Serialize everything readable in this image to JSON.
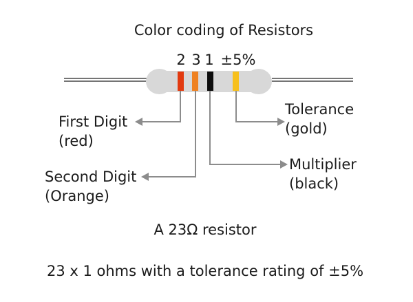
{
  "title": "Color coding of Resistors",
  "resistor": {
    "body_color": "#d8d8d8",
    "lead_color": "#757575",
    "callout_line_color": "#8c8c8c",
    "band_labels": [
      {
        "text": "2",
        "band": "red"
      },
      {
        "text": "3",
        "band": "orange"
      },
      {
        "text": "1",
        "band": "black"
      },
      {
        "text": "±5%",
        "band": "gold"
      }
    ],
    "bands": [
      {
        "name": "red",
        "color": "#e23a10"
      },
      {
        "name": "orange",
        "color": "#ef8121"
      },
      {
        "name": "black",
        "color": "#0d0d0d"
      },
      {
        "name": "gold",
        "color": "#f7c01d"
      }
    ]
  },
  "callouts": {
    "first_digit": {
      "title": "First Digit",
      "subtitle": "(red)"
    },
    "second_digit": {
      "title": "Second Digit",
      "subtitle": "(Orange)"
    },
    "multiplier": {
      "title": "Multiplier",
      "subtitle": "(black)"
    },
    "tolerance": {
      "title": "Tolerance",
      "subtitle": "(gold)"
    }
  },
  "caption": "A 23Ω resistor",
  "formula": "23 x 1 ohms with a tolerance rating of ±5%"
}
